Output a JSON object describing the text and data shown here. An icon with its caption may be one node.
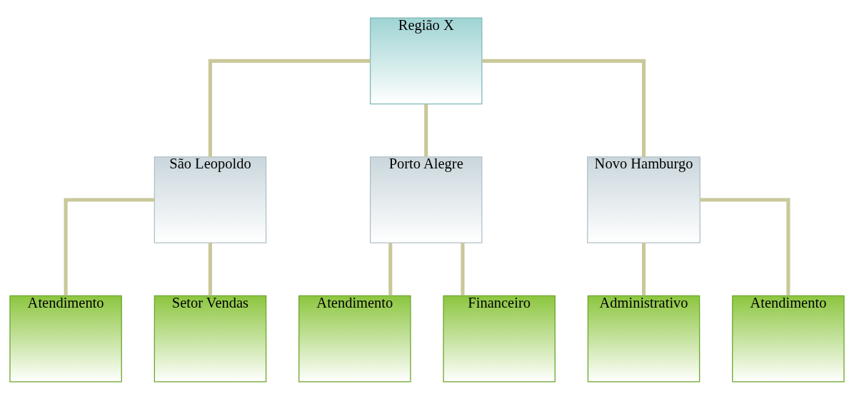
{
  "diagram": {
    "nodes": [
      {
        "text": [
          "Região X"
        ]
      },
      {
        "text": [
          "São Leopoldo"
        ]
      },
      {
        "text": [
          "Porto Alegre"
        ]
      },
      {
        "text": [
          "Novo Hamburgo"
        ]
      },
      {
        "text": [
          "Atendimento"
        ]
      },
      {
        "text": [
          "Setor Vendas"
        ]
      },
      {
        "text": [
          "Atendimento"
        ]
      },
      {
        "text": [
          "Financeiro"
        ]
      },
      {
        "text": [
          "Administrativo"
        ]
      },
      {
        "text": [
          "Atendimento"
        ]
      }
    ],
    "edges": [
      {
        "from": 0,
        "to": 1,
        "arrow": "none"
      },
      {
        "from": 0,
        "to": 2,
        "arrow": "none"
      },
      {
        "from": 0,
        "to": 3,
        "arrow": "none"
      },
      {
        "from": 1,
        "to": 4,
        "arrow": "none"
      },
      {
        "from": 1,
        "to": 5,
        "arrow": "none"
      },
      {
        "from": 2,
        "to": 6,
        "arrow": "none"
      },
      {
        "from": 2,
        "to": 7,
        "arrow": "none"
      },
      {
        "from": 3,
        "to": 8,
        "arrow": "none"
      },
      {
        "from": 3,
        "to": 9,
        "arrow": "none"
      }
    ]
  }
}
